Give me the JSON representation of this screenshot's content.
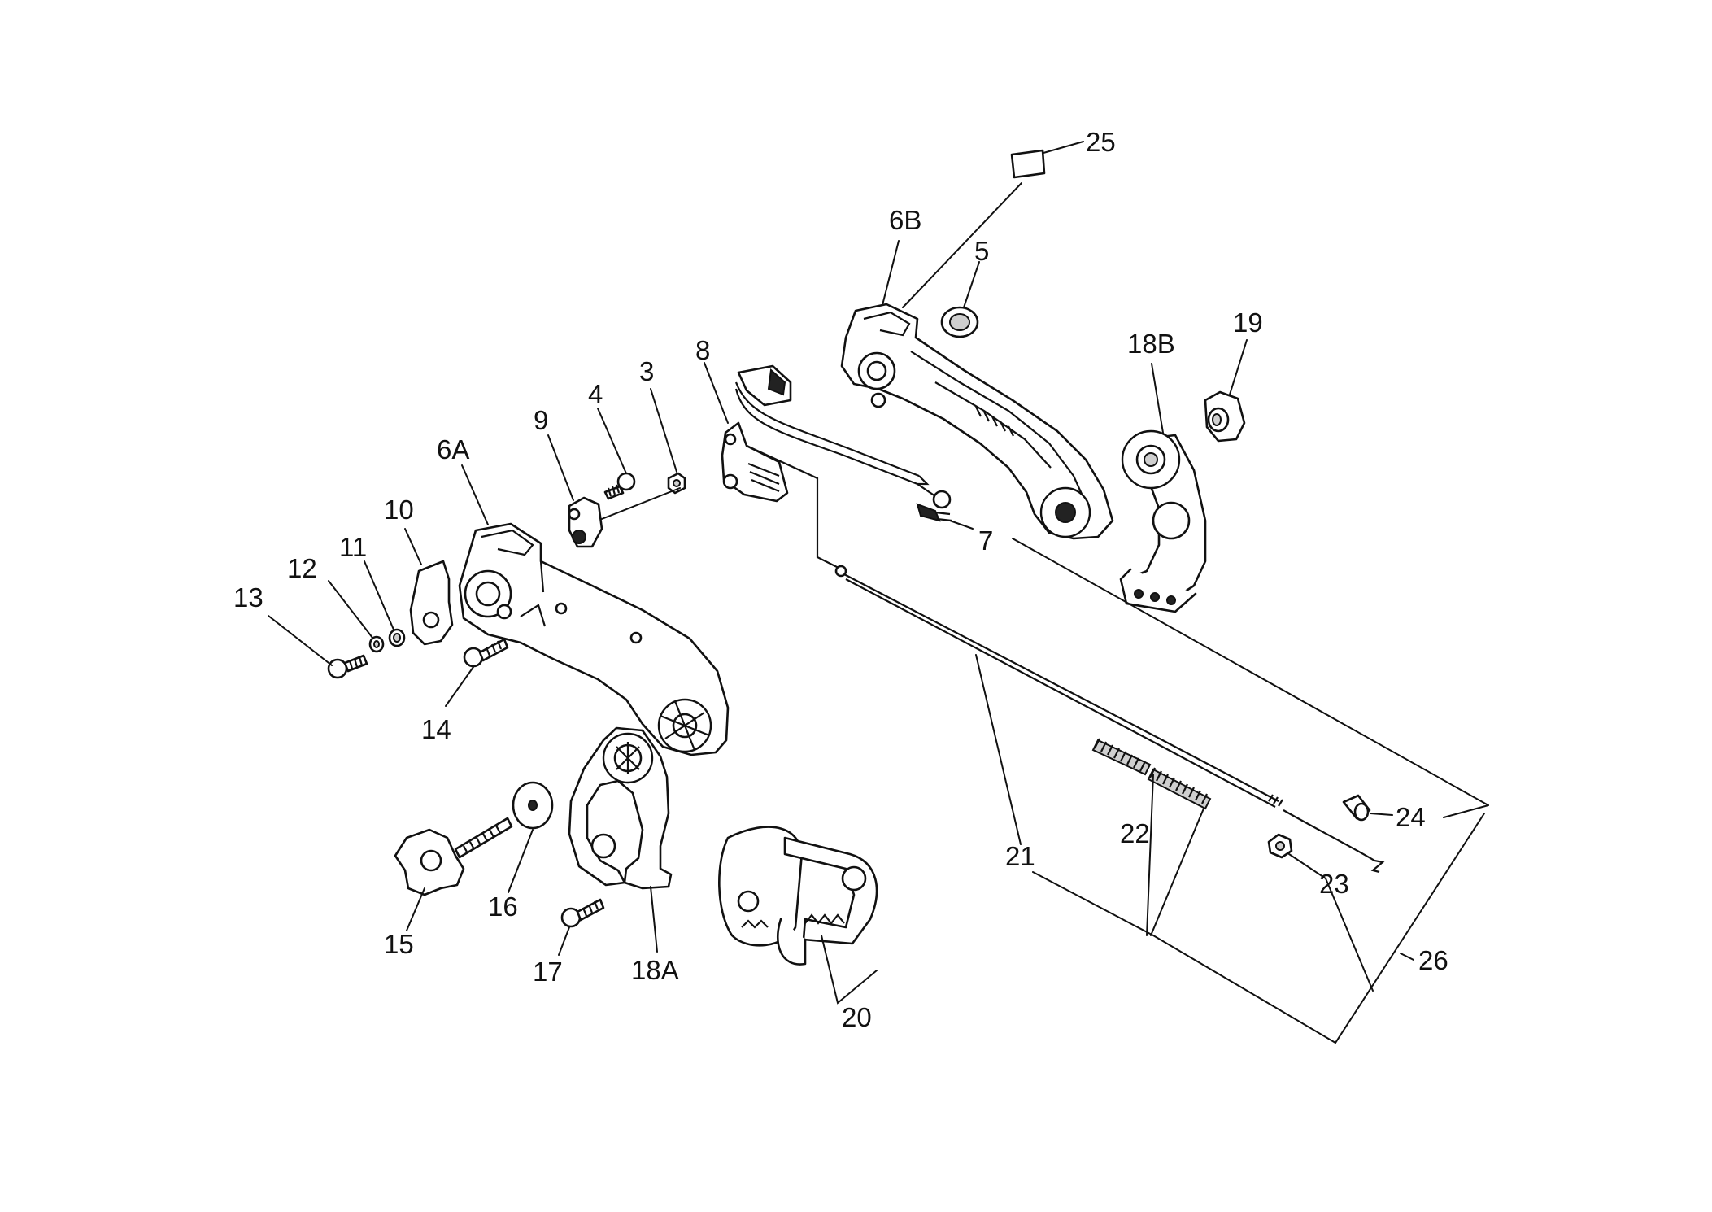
{
  "labels": {
    "p3": "3",
    "p4": "4",
    "p5": "5",
    "p6a": "6A",
    "p6b": "6B",
    "p7": "7",
    "p8": "8",
    "p9": "9",
    "p10": "10",
    "p11": "11",
    "p12": "12",
    "p13": "13",
    "p14": "14",
    "p15": "15",
    "p16": "16",
    "p17": "17",
    "p18a": "18A",
    "p18b": "18B",
    "p19": "19",
    "p20": "20",
    "p21": "21",
    "p22": "22",
    "p23": "23",
    "p24": "24",
    "p25": "25",
    "p26": "26"
  }
}
